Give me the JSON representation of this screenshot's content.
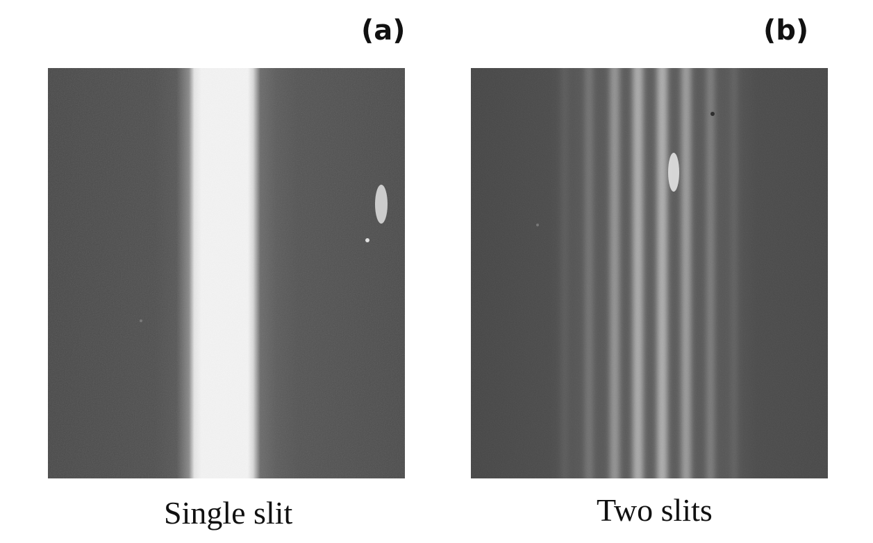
{
  "panels": [
    {
      "label": "(a)",
      "caption": "Single slit",
      "description_icon": "single-slit-pattern"
    },
    {
      "label": "(b)",
      "caption": "Two slits",
      "description_icon": "double-slit-interference-pattern"
    }
  ],
  "colors": {
    "background": "#ffffff",
    "dark_film": "#4a4a4a",
    "bright_fringe": "#f2f2f2",
    "text": "#111111"
  }
}
